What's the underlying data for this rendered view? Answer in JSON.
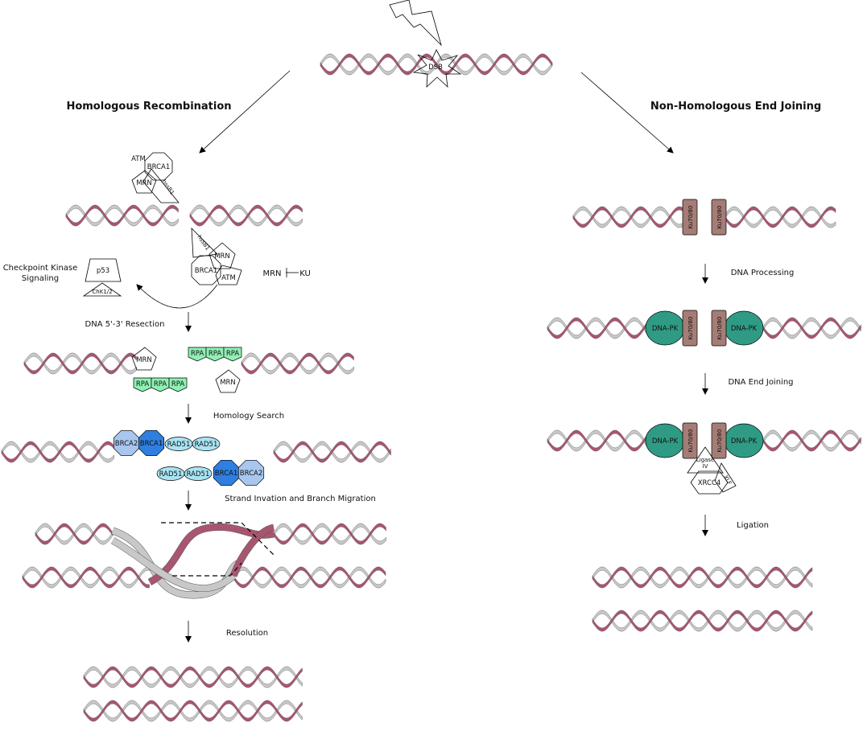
{
  "titles": {
    "hr": "Homologous Recombination",
    "nhej": "Non-Homologous End Joining"
  },
  "lesion": {
    "dsb": "DSB"
  },
  "hr_steps": {
    "resection": "DNA 5'-3' Resection",
    "homology": "Homology Search",
    "invasion": "Strand Invation and Branch Migration",
    "resolution": "Resolution"
  },
  "nhej_steps": {
    "processing": "DNA Processing",
    "joining": "DNA End Joining",
    "ligation": "Ligation"
  },
  "checkpoint": {
    "label_line1": "Checkpoint Kinase",
    "label_line2": "Signaling",
    "p53": "p53",
    "chk": "ChK1/2"
  },
  "inhibition": {
    "left": "MRN",
    "right": "KU"
  },
  "proteins": {
    "atm": "ATM",
    "brca1": "BRCA1",
    "brca2": "BRCA2",
    "mrn": "MRN",
    "hssb1": "hssB1",
    "rpa": "RPA",
    "rad51": "RAD51",
    "ku": "Ku70/80",
    "dnapk": "DNA-PK",
    "ligase_line1": "Ligase",
    "ligase_line2": "IV",
    "xrcc4": "XRCC4",
    "xlf": "XLF"
  },
  "colors": {
    "strand_a": "#a8566f",
    "strand_b": "#c8c8c8",
    "bolt": "#f5d63d",
    "brca1": "#2f7fe0",
    "brca2": "#a9c6ef",
    "mrn": "#5b5d96",
    "hssb1": "#b6cdee",
    "atm": "#6f6fe6",
    "rpa": "#8ff0b4",
    "rad51": "#a9e4f3",
    "p53": "#f0418a",
    "chk": "#f2a7cc",
    "ku": "#a57d76",
    "dnapk": "#2f9b84",
    "ligase": "#2a92b4",
    "xrcc4": "#f5ad83",
    "xlf": "#3b64c9"
  }
}
